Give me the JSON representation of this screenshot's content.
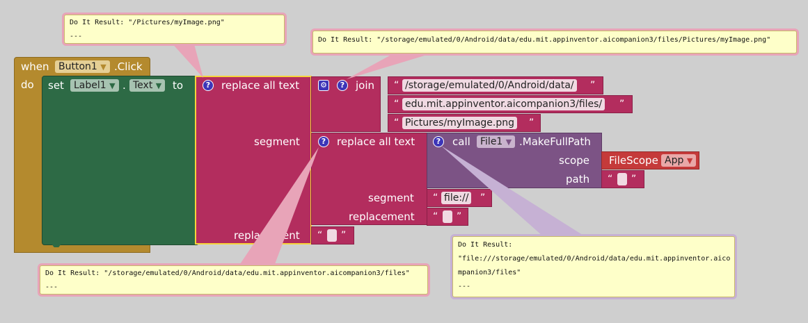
{
  "event": {
    "when_label": "when",
    "component": "Button1",
    "event_name": ".Click",
    "do_label": "do"
  },
  "setter": {
    "set_label": "set",
    "component": "Label1",
    "dot": ".",
    "property": "Text",
    "to_label": "to"
  },
  "outer_replace": {
    "label": "replace all text",
    "segment_label": "segment",
    "replacement_label": "replacement",
    "replacement_value": ""
  },
  "join": {
    "label": "join",
    "strings": [
      "/storage/emulated/0/Android/data/",
      "edu.mit.appinventor.aicompanion3/files/",
      "Pictures/myImage.png"
    ]
  },
  "inner_replace": {
    "label": "replace all text",
    "segment_label": "segment",
    "segment_value": "file://",
    "replacement_label": "replacement",
    "replacement_value": ""
  },
  "call": {
    "call_label": "call",
    "component": "File1",
    "method": ".MakeFullPath",
    "scope_label": "scope",
    "scope_block_label": "FileScope",
    "scope_value": "App",
    "path_label": "path",
    "path_value": ""
  },
  "bubbles": {
    "top_left": {
      "line1": "Do It Result: \"/Pictures/myImage.png\"",
      "line2": "---"
    },
    "top_right": {
      "line1": "Do It Result: \"/storage/emulated/0/Android/data/edu.mit.appinventor.aicompanion3/files/Pictures/myImage.png\""
    },
    "bottom_left": {
      "line1": "Do It Result: \"/storage/emulated/0/Android/data/edu.mit.appinventor.aicompanion3/files\"",
      "line2": "---"
    },
    "bottom_right": {
      "line1": "Do It Result:",
      "line2": "\"file:///storage/emulated/0/Android/data/edu.mit.appinventor.aico",
      "line3": "mpanion3/files\"",
      "line4": "---"
    }
  },
  "colors": {
    "event": "#b48a2e",
    "setter": "#2d6a45",
    "text": "#b32d5e",
    "call": "#7c5385",
    "filescope": "#c53a3a",
    "selected": "#f6d43a"
  }
}
